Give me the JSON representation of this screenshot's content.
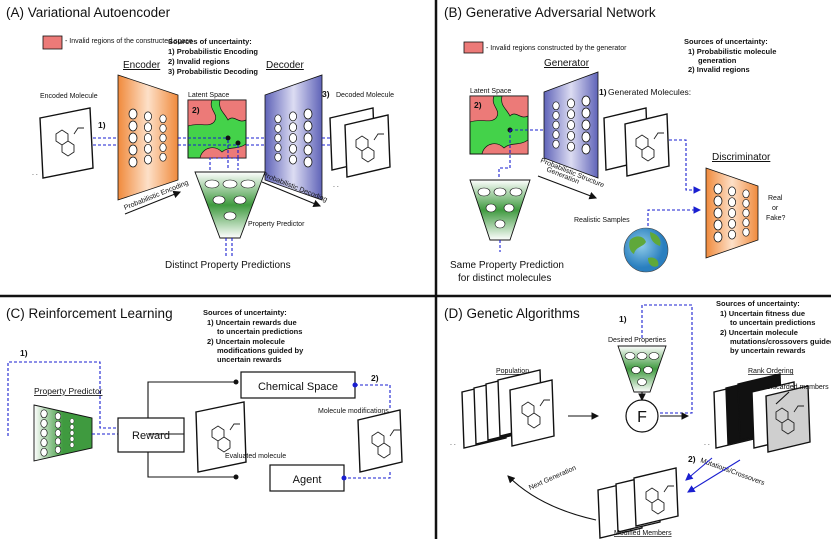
{
  "colors": {
    "encoder": "#f7a468",
    "decoder": "#7b7fc6",
    "latent_green": "#44d24a",
    "invalid_red": "#ec7a78",
    "predictor_green": "#3f9a3f",
    "dashed_blue": "#1a1fd0"
  },
  "vae": {
    "title": "(A) Variational Autoencoder",
    "legend": "- Invalid regions of the constructed space",
    "sources_title": "Sources of uncertainty:",
    "sources": [
      "1) Probabilistic Encoding",
      "2) Invalid regions",
      "3) Probabilistic Decoding"
    ],
    "encoded_molecule": "Encoded Molecule",
    "encoder": "Encoder",
    "decoder": "Decoder",
    "latent_space": "Latent Space",
    "decoded_molecule": "Decoded Molecule",
    "probabilistic_encoding": "Probabilistic Encoding",
    "probabilistic_decoding": "Probabilistic Decoding",
    "property_predictor": "Property Predictor",
    "distinct_predictions": "Distinct Property Predictions",
    "marker1": "1)",
    "marker2": "2)",
    "marker3": "3)"
  },
  "gan": {
    "title": "(B) Generative Adversarial Network",
    "legend": "- Invalid regions constructed by the generator",
    "sources_title": "Sources of uncertainty:",
    "sources": [
      "1) Probabilistic molecule",
      "generation",
      "2) Invalid regions"
    ],
    "generator": "Generator",
    "latent_space": "Latent Space",
    "generated_molecules": "Generated Molecules:",
    "probabilistic_structure": "Probabilistic Structure",
    "generation": "Generation",
    "discriminator": "Discriminator",
    "realistic_samples": "Realistic Samples",
    "real": "Real",
    "or": "or",
    "fake": "Fake?",
    "same_prediction": "Same Property Prediction",
    "distinct_molecules": "for distinct molecules",
    "marker1": "1)",
    "marker2": "2)"
  },
  "rl": {
    "title": "(C) Reinforcement Learning",
    "sources_title": "Sources of uncertainty:",
    "sources": [
      "1) Uncertain rewards due",
      "to uncertain predictions",
      "2) Uncertain molecule",
      "modifications guided by",
      "uncertain rewards"
    ],
    "property_predictor": "Property Predictor",
    "reward": "Reward",
    "chemical_space": "Chemical Space",
    "agent": "Agent",
    "evaluated_molecule": "Evaluated molecule",
    "molecule_modifications": "Molecule modifications",
    "marker1": "1)",
    "marker2": "2)"
  },
  "ga": {
    "title": "(D) Genetic Algorithms",
    "sources_title": "Sources of uncertainty:",
    "sources": [
      "1) Uncertain fitness due",
      "to uncertain predictions",
      "2) Uncertain molecule",
      "mutations/crossovers guided",
      "by uncertain rewards"
    ],
    "desired_properties": "Desired Properties",
    "population": "Population",
    "rank_ordering": "Rank Ordering",
    "discarded_members": "Discarded members",
    "fitness": "F",
    "mutations": "Mutations/Crossovers",
    "next_generation": "Next Generation",
    "modified_members": "Modified Members",
    "marker1": "1)",
    "marker2": "2)"
  }
}
